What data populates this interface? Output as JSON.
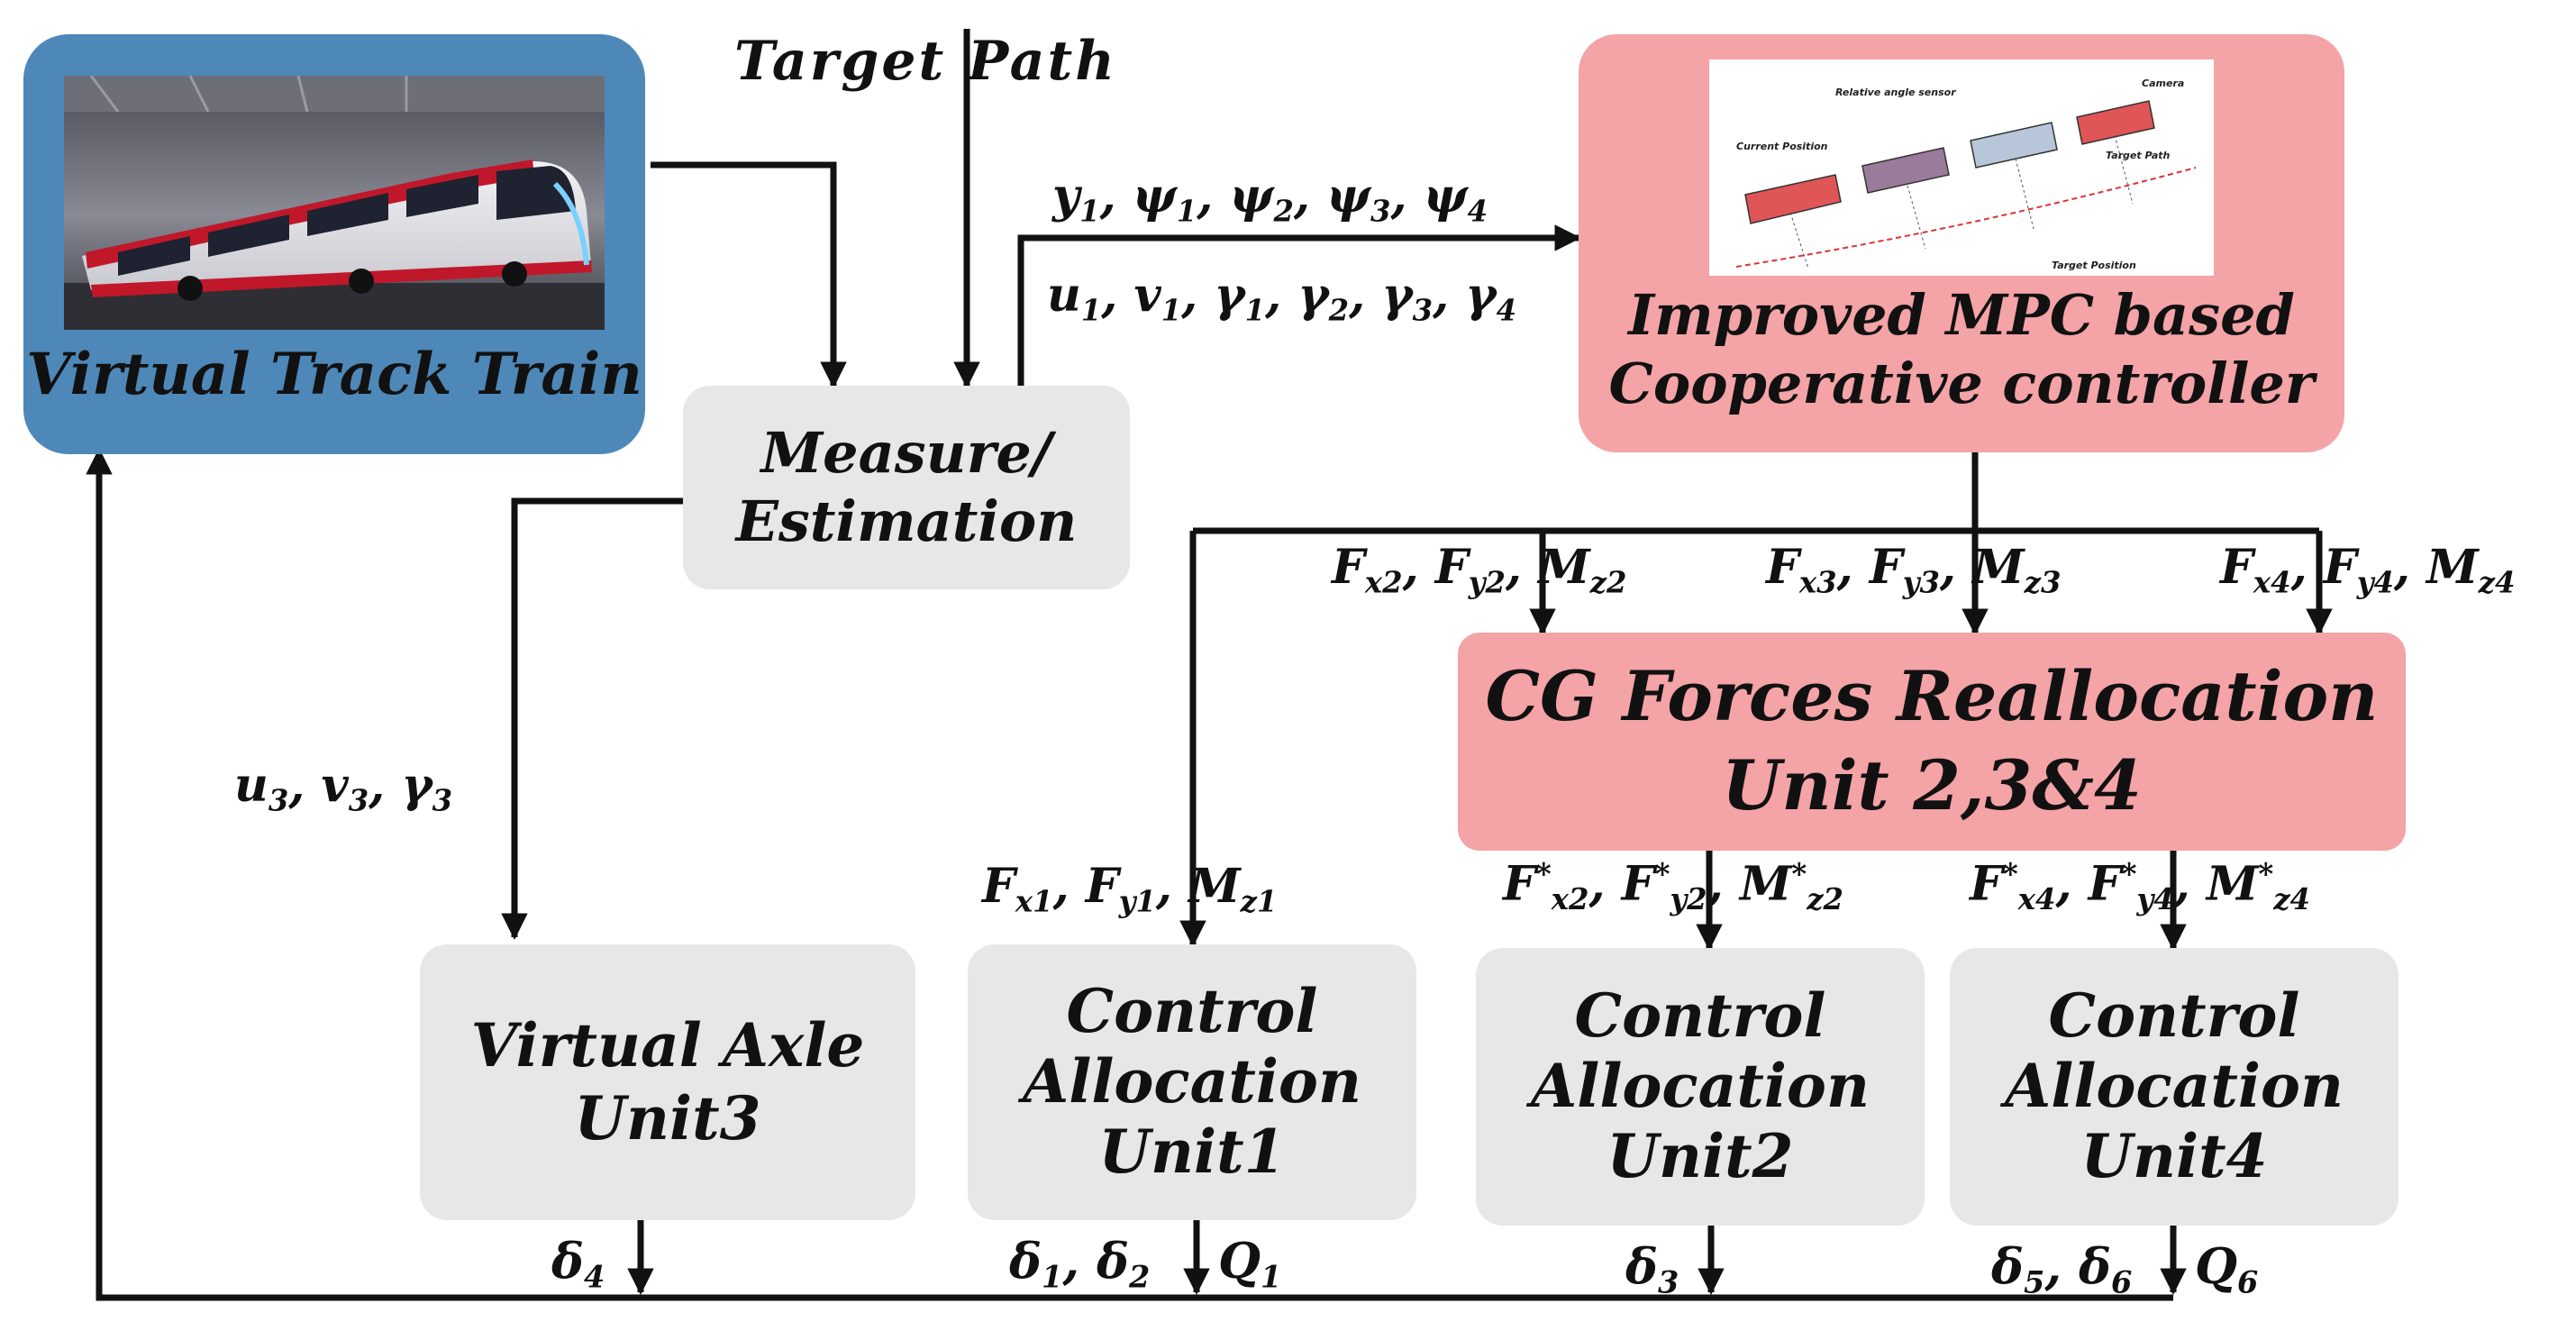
{
  "blocks": {
    "train": {
      "title": "Virtual Track Train"
    },
    "measure": {
      "line1": "Measure/",
      "line2": "Estimation"
    },
    "mpc": {
      "line1": "Improved MPC based",
      "line2": "Cooperative controller"
    },
    "cg": {
      "line1": "CG Forces Reallocation",
      "line2": "Unit 2,3&4"
    },
    "axle": {
      "line1": "Virtual Axle",
      "line2": "Unit3"
    },
    "ca1": {
      "line1": "Control",
      "line2": "Allocation",
      "line3": "Unit1"
    },
    "ca2": {
      "line1": "Control",
      "line2": "Allocation",
      "line3": "Unit2"
    },
    "ca4": {
      "line1": "Control",
      "line2": "Allocation",
      "line3": "Unit4"
    }
  },
  "labels": {
    "target_path": "Target Path",
    "sig_y": [
      {
        "b": "y",
        "s": "1"
      },
      {
        "b": "ψ",
        "s": "1"
      },
      {
        "b": "ψ",
        "s": "2"
      },
      {
        "b": "ψ",
        "s": "3"
      },
      {
        "b": "ψ",
        "s": "4"
      }
    ],
    "sig_u": [
      {
        "b": "u",
        "s": "1"
      },
      {
        "b": "v",
        "s": "1"
      },
      {
        "b": "γ",
        "s": "1"
      },
      {
        "b": "γ",
        "s": "2"
      },
      {
        "b": "γ",
        "s": "3"
      },
      {
        "b": "γ",
        "s": "4"
      }
    ],
    "sig_u3": [
      {
        "b": "u",
        "s": "3"
      },
      {
        "b": "v",
        "s": "3"
      },
      {
        "b": "γ",
        "s": "3"
      }
    ],
    "f2": [
      {
        "b": "F",
        "s": "x2"
      },
      {
        "b": "F",
        "s": "y2"
      },
      {
        "b": "M",
        "s": "z2"
      }
    ],
    "f3": [
      {
        "b": "F",
        "s": "x3"
      },
      {
        "b": "F",
        "s": "y3"
      },
      {
        "b": "M",
        "s": "z3"
      }
    ],
    "f4": [
      {
        "b": "F",
        "s": "x4"
      },
      {
        "b": "F",
        "s": "y4"
      },
      {
        "b": "M",
        "s": "z4"
      }
    ],
    "f1": [
      {
        "b": "F",
        "s": "x1"
      },
      {
        "b": "F",
        "s": "y1"
      },
      {
        "b": "M",
        "s": "z1"
      }
    ],
    "fs2": [
      {
        "b": "F",
        "p": "*",
        "s": "x2"
      },
      {
        "b": "F",
        "p": "*",
        "s": "y2"
      },
      {
        "b": "M",
        "p": "*",
        "s": "z2"
      }
    ],
    "fs4": [
      {
        "b": "F",
        "p": "*",
        "s": "x4"
      },
      {
        "b": "F",
        "p": "*",
        "s": "y4"
      },
      {
        "b": "M",
        "p": "*",
        "s": "z4"
      }
    ],
    "d4": [
      {
        "b": "δ",
        "s": "4"
      }
    ],
    "d12": [
      {
        "b": "δ",
        "s": "1"
      },
      {
        "b": "δ",
        "s": "2"
      }
    ],
    "q1": [
      {
        "b": "Q",
        "s": "1"
      }
    ],
    "d3": [
      {
        "b": "δ",
        "s": "3"
      }
    ],
    "d56": [
      {
        "b": "δ",
        "s": "5"
      },
      {
        "b": "δ",
        "s": "6"
      }
    ],
    "q6": [
      {
        "b": "Q",
        "s": "6"
      }
    ]
  },
  "mpc_image": {
    "texts": [
      "Current Position",
      "Relative angle sensor",
      "Camera",
      "Target Path",
      "Target Position"
    ]
  },
  "colors": {
    "train_block": "#4d88b8",
    "controller_block": "#f4a3a6",
    "unit_block": "#e7e7e7",
    "arrow": "#111111"
  }
}
